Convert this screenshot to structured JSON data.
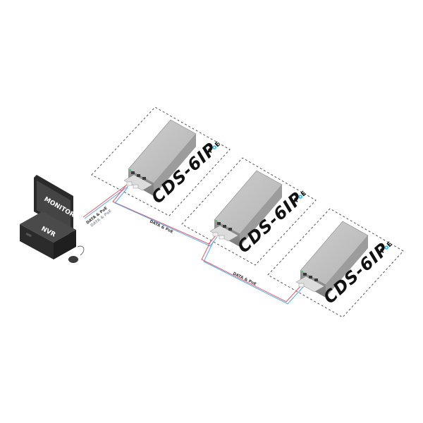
{
  "monitor": {
    "label": "MONITOR"
  },
  "nvr": {
    "label": "NVR"
  },
  "nvr_cable": {
    "label_top": "DATA & PoE",
    "label_bottom": "DATA & PoE"
  },
  "units": [
    {
      "model": "CDS-6IP",
      "suffix_p": "P",
      "suffix_o": "o",
      "suffix_e": "E"
    },
    {
      "model": "CDS-6IP",
      "suffix_p": "P",
      "suffix_o": "o",
      "suffix_e": "E"
    },
    {
      "model": "CDS-6IP",
      "suffix_p": "P",
      "suffix_o": "o",
      "suffix_e": "E"
    }
  ],
  "links": [
    {
      "label": "DATA & PoE"
    },
    {
      "label": "DATA & PoE"
    }
  ],
  "colors": {
    "cable_red": "#e05a6a",
    "cable_blue": "#5aa8e0",
    "device_gray": "#b4b4b4"
  }
}
